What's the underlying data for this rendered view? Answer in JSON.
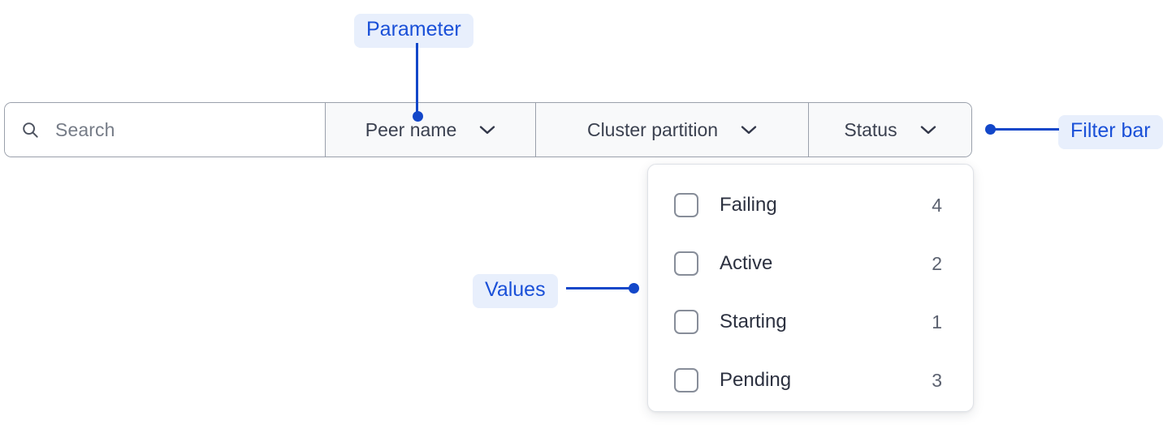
{
  "filter_bar": {
    "search": {
      "icon": "search-icon",
      "placeholder": "Search",
      "value": ""
    },
    "buttons": [
      {
        "label": "Peer name",
        "icon": "chevron-down-icon"
      },
      {
        "label": "Cluster partition",
        "icon": "chevron-down-icon"
      },
      {
        "label": "Status",
        "icon": "chevron-down-icon"
      }
    ]
  },
  "values_dropdown": {
    "open_for": "Status",
    "items": [
      {
        "label": "Failing",
        "count": "4",
        "checked": false
      },
      {
        "label": "Active",
        "count": "2",
        "checked": false
      },
      {
        "label": "Starting",
        "count": "1",
        "checked": false
      },
      {
        "label": "Pending",
        "count": "3",
        "checked": false
      }
    ]
  },
  "annotations": [
    {
      "label": "Parameter",
      "target": "filter-bar-button-peer-name"
    },
    {
      "label": "Filter bar",
      "target": "filter-bar"
    },
    {
      "label": "Values",
      "target": "values-dropdown"
    }
  ],
  "colors": {
    "annotation_text": "#1a50d8",
    "annotation_pill_bg": "#e8effc",
    "leader_line": "#1347c9",
    "bar_border": "#9aa0ab",
    "button_bg": "#f8f9fa",
    "panel_border": "#dfe2e7",
    "label_text": "#3b4150",
    "count_text": "#5c6270",
    "placeholder_text": "#767c87"
  }
}
